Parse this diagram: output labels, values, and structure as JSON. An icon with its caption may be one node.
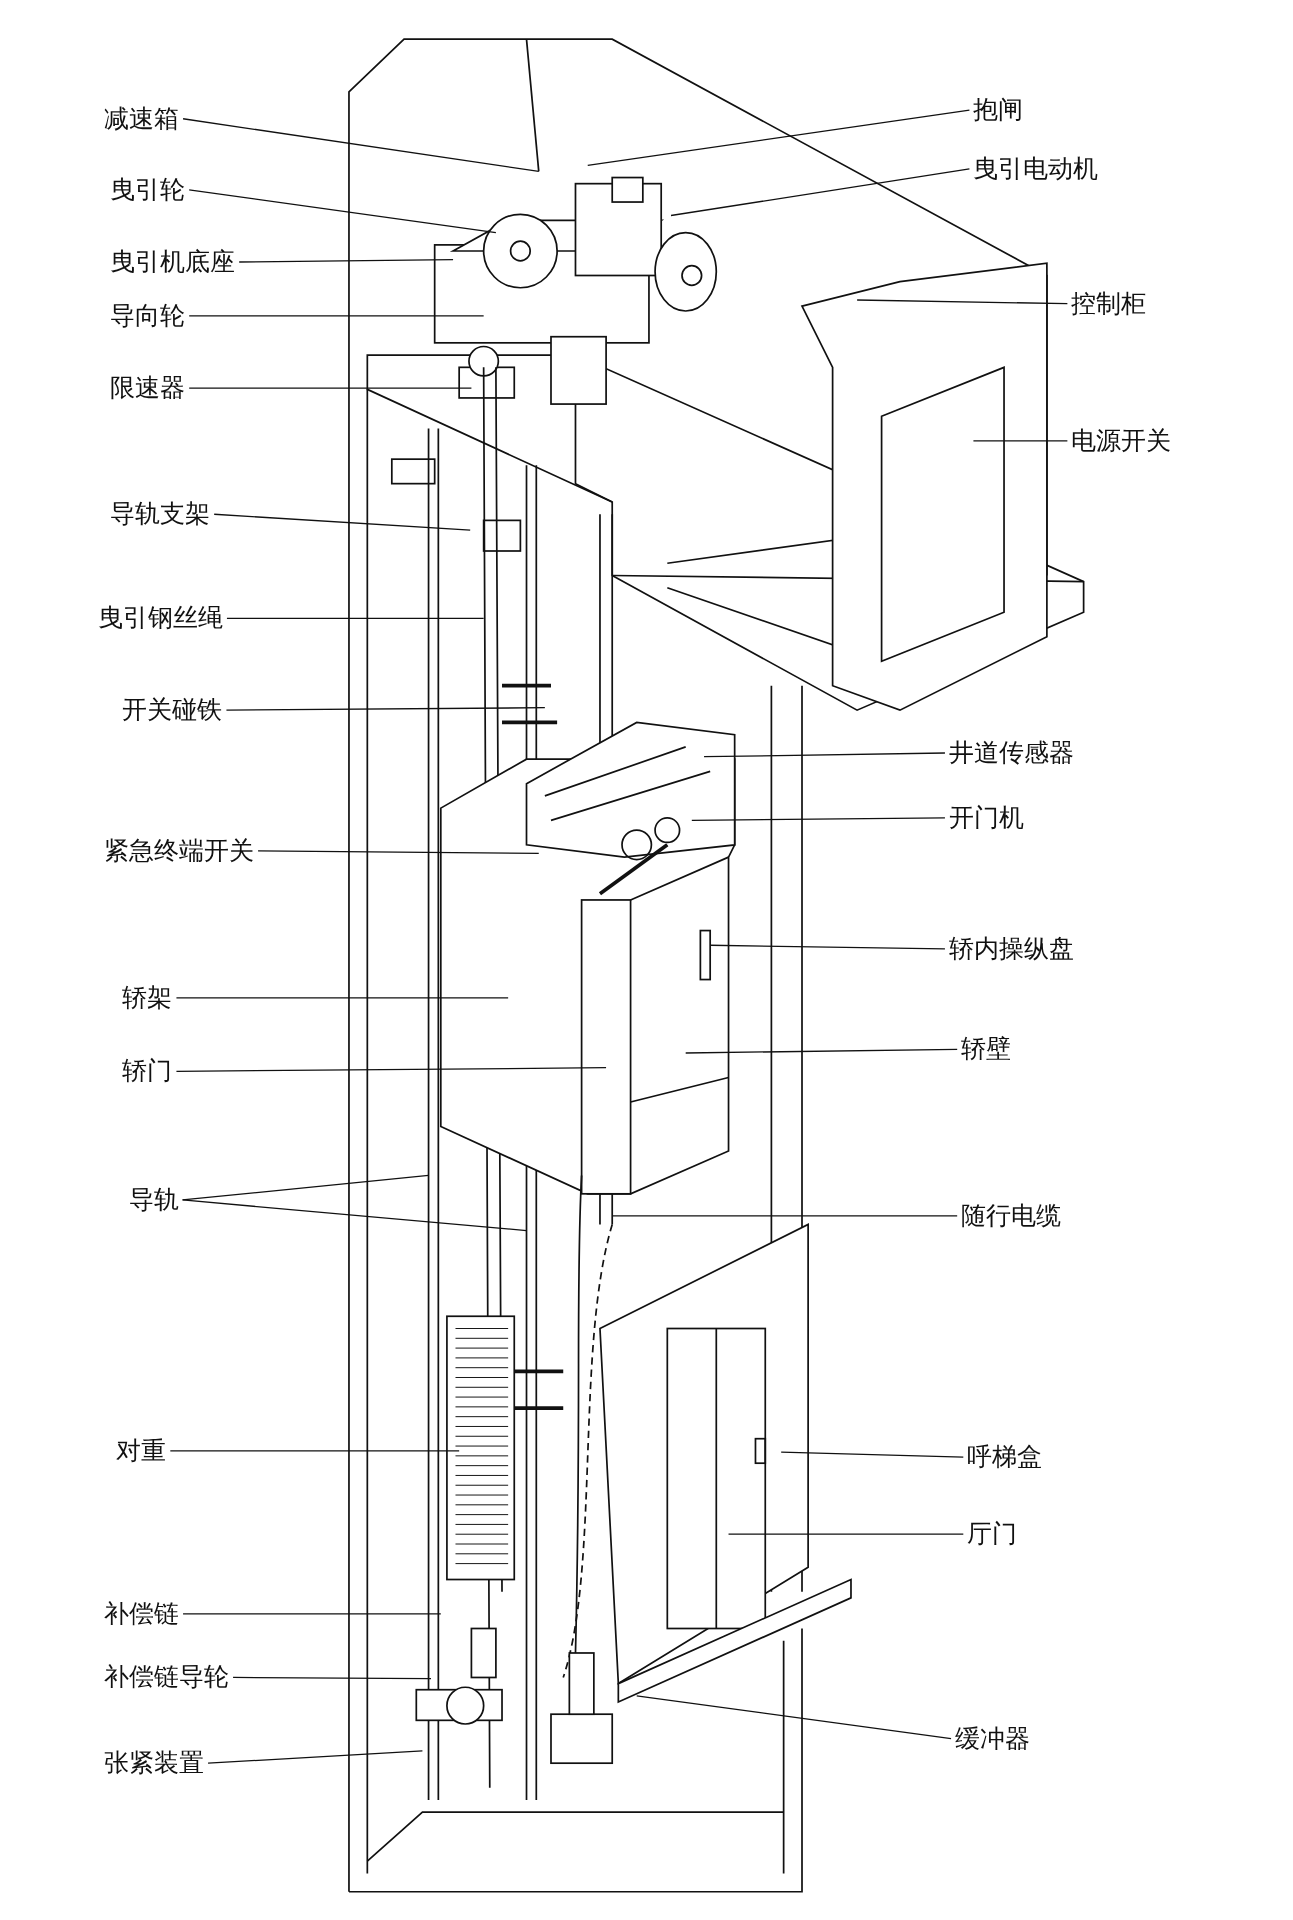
{
  "diagram": {
    "nodes": [
      {
        "text": [
          "减速箱"
        ]
      },
      {
        "text": [
          "曳引轮"
        ]
      },
      {
        "text": [
          "曳引机底座"
        ]
      },
      {
        "text": [
          "导向轮"
        ]
      },
      {
        "text": [
          "限速器"
        ]
      },
      {
        "text": [
          "导轨支架"
        ]
      },
      {
        "text": [
          "曳引钢丝绳"
        ]
      },
      {
        "text": [
          "开关碰铁"
        ]
      },
      {
        "text": [
          "紧急终端开关"
        ]
      },
      {
        "text": [
          "轿架"
        ]
      },
      {
        "text": [
          "轿门"
        ]
      },
      {
        "text": [
          "导轨"
        ]
      },
      {
        "text": [
          "对重"
        ]
      },
      {
        "text": [
          "补偿链"
        ]
      },
      {
        "text": [
          "补偿链导轮"
        ]
      },
      {
        "text": [
          "张紧装置"
        ]
      },
      {
        "text": [
          "抱闸"
        ]
      },
      {
        "text": [
          "曳引电动机"
        ]
      },
      {
        "text": [
          "控制柜"
        ]
      },
      {
        "text": [
          "电源开关"
        ]
      },
      {
        "text": [
          "井道传感器"
        ]
      },
      {
        "text": [
          "开门机"
        ]
      },
      {
        "text": [
          "轿内操纵盘"
        ]
      },
      {
        "text": [
          "轿壁"
        ]
      },
      {
        "text": [
          "随行电缆"
        ]
      },
      {
        "text": [
          "呼梯盒"
        ]
      },
      {
        "text": [
          "厅门"
        ]
      },
      {
        "text": [
          "缓冲器"
        ]
      }
    ],
    "edges": [
      {
        "from": 0,
        "to": null,
        "arrow": "none"
      },
      {
        "from": 1,
        "to": null,
        "arrow": "none"
      },
      {
        "from": 2,
        "to": null,
        "arrow": "none"
      },
      {
        "from": 3,
        "to": null,
        "arrow": "none"
      },
      {
        "from": 4,
        "to": null,
        "arrow": "none"
      },
      {
        "from": 5,
        "to": null,
        "arrow": "none"
      },
      {
        "from": 6,
        "to": null,
        "arrow": "none"
      },
      {
        "from": 7,
        "to": null,
        "arrow": "none"
      },
      {
        "from": 8,
        "to": null,
        "arrow": "none"
      },
      {
        "from": 9,
        "to": null,
        "arrow": "none"
      },
      {
        "from": 10,
        "to": null,
        "arrow": "none"
      },
      {
        "from": 11,
        "to": null,
        "arrow": "none"
      },
      {
        "from": 11,
        "to": null,
        "arrow": "none"
      },
      {
        "from": 12,
        "to": null,
        "arrow": "none"
      },
      {
        "from": 13,
        "to": null,
        "arrow": "none"
      },
      {
        "from": 14,
        "to": null,
        "arrow": "none"
      },
      {
        "from": 15,
        "to": null,
        "arrow": "none"
      },
      {
        "from": 16,
        "to": null,
        "arrow": "none"
      },
      {
        "from": 17,
        "to": null,
        "arrow": "none"
      },
      {
        "from": 18,
        "to": null,
        "arrow": "none"
      },
      {
        "from": 19,
        "to": null,
        "arrow": "none"
      },
      {
        "from": 20,
        "to": null,
        "arrow": "none"
      },
      {
        "from": 21,
        "to": null,
        "arrow": "none"
      },
      {
        "from": 22,
        "to": null,
        "arrow": "none"
      },
      {
        "from": 23,
        "to": null,
        "arrow": "none"
      },
      {
        "from": 24,
        "to": null,
        "arrow": "none"
      },
      {
        "from": 25,
        "to": null,
        "arrow": "none"
      },
      {
        "from": 26,
        "to": null,
        "arrow": "none"
      },
      {
        "from": 27,
        "to": null,
        "arrow": "none"
      }
    ]
  }
}
